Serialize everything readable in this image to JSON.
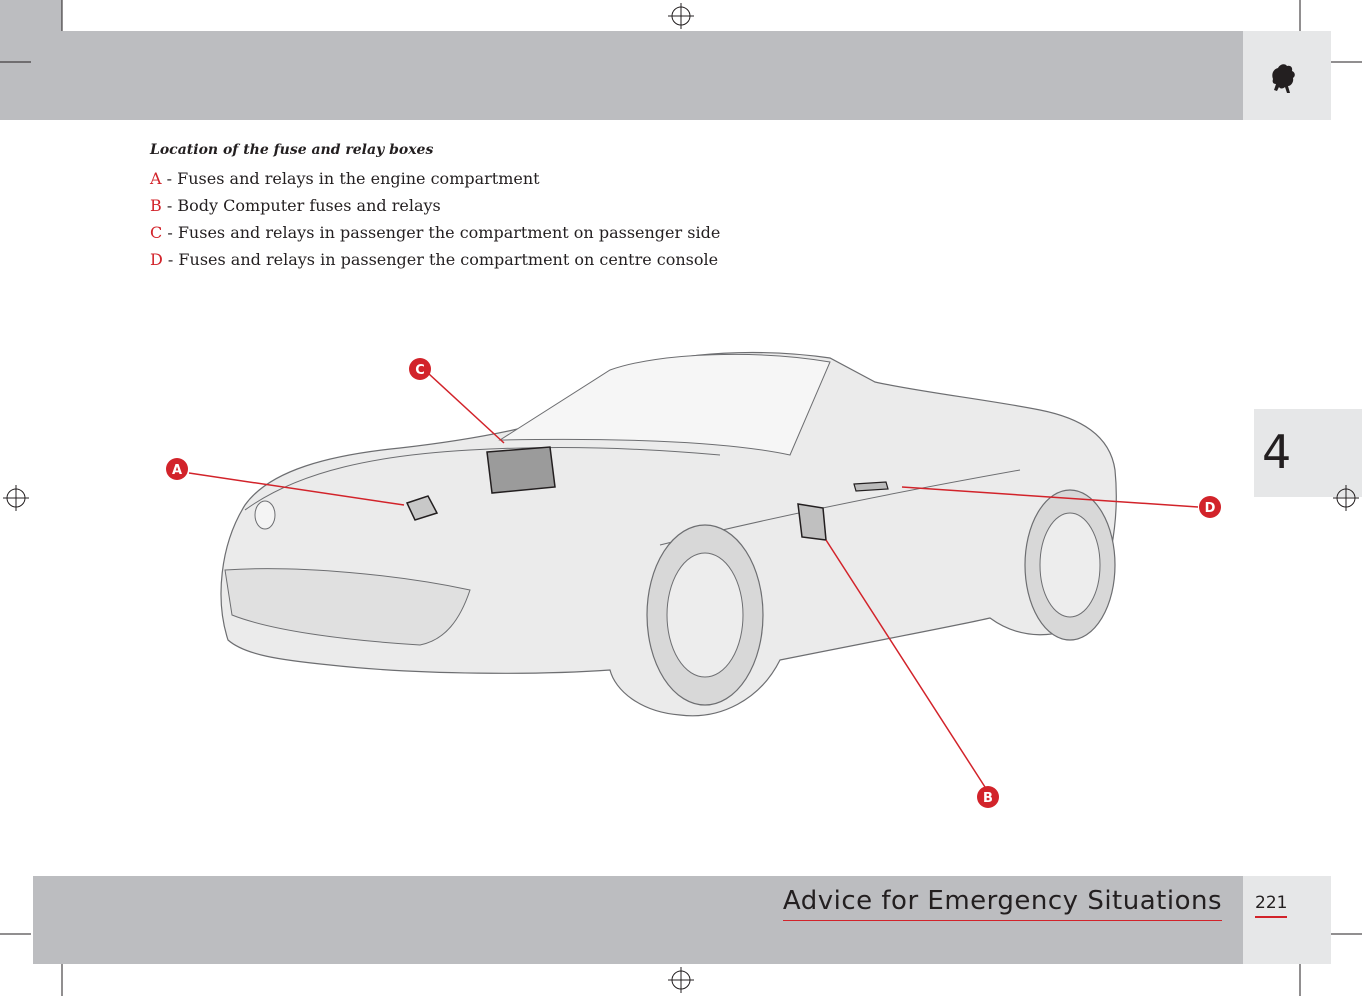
{
  "header": {
    "logo_icon": "prancing-horse-icon"
  },
  "chapter_tab": {
    "number": "4"
  },
  "content": {
    "heading": "Location of the fuse and relay boxes",
    "items": [
      {
        "letter": "A",
        "text": " - Fuses and relays in the engine compartment"
      },
      {
        "letter": "B",
        "text": " - Body Computer fuses and relays"
      },
      {
        "letter": "C",
        "text": " - Fuses and relays in passenger the compartment on passenger side"
      },
      {
        "letter": "D",
        "text": " - Fuses and relays in passenger the compartment on centre console"
      }
    ]
  },
  "diagram": {
    "callouts": [
      "A",
      "B",
      "C",
      "D"
    ],
    "accent_color": "#d2232a"
  },
  "footer": {
    "section_title": "Advice for Emergency Situations",
    "page_number": "221"
  }
}
